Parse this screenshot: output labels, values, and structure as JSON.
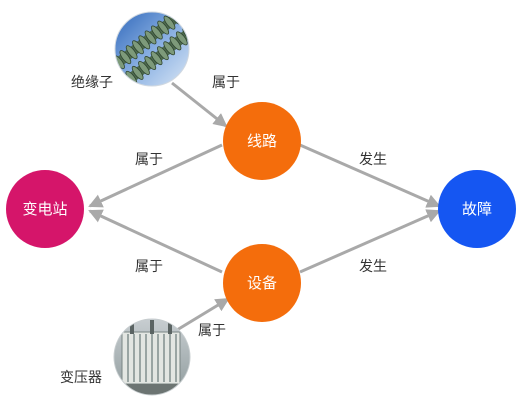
{
  "nodes": {
    "substation": {
      "label": "变电站",
      "color": "#d5156a"
    },
    "line": {
      "label": "线路",
      "color": "#f46d0c"
    },
    "equipment": {
      "label": "设备",
      "color": "#f46d0c"
    },
    "fault": {
      "label": "故障",
      "color": "#1556f2"
    }
  },
  "image_nodes": {
    "insulator": {
      "caption": "绝缘子",
      "icon": "insulator-photo"
    },
    "transformer": {
      "caption": "变压器",
      "icon": "transformer-photo"
    }
  },
  "edges": {
    "insulator_to_line": "属于",
    "line_to_substation": "属于",
    "line_to_fault": "发生",
    "equipment_to_substation": "属于",
    "equipment_to_fault": "发生",
    "transformer_to_equipment": "属于"
  },
  "colors": {
    "arrow": "#a9a9a9"
  }
}
